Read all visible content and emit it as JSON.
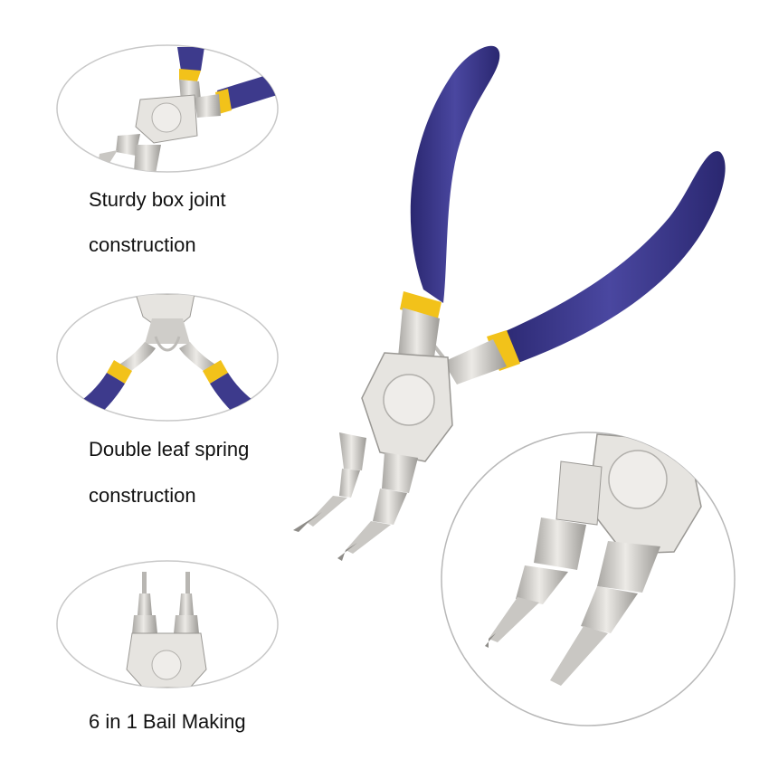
{
  "features": [
    {
      "line1": "Sturdy box joint",
      "line2": "construction",
      "icon": "box-joint-closeup"
    },
    {
      "line1": "Double leaf spring",
      "line2": "construction",
      "icon": "leaf-spring-closeup"
    },
    {
      "line1": "6 in 1 Bail Making",
      "icon": "jaws-closeup"
    }
  ],
  "colors": {
    "handle": "#3d3a8c",
    "handle_shade": "#2a2770",
    "band": "#f2c21a",
    "steel": "#d8d6d2",
    "steel_dark": "#9a9894",
    "frame": "#c8c8c8"
  }
}
